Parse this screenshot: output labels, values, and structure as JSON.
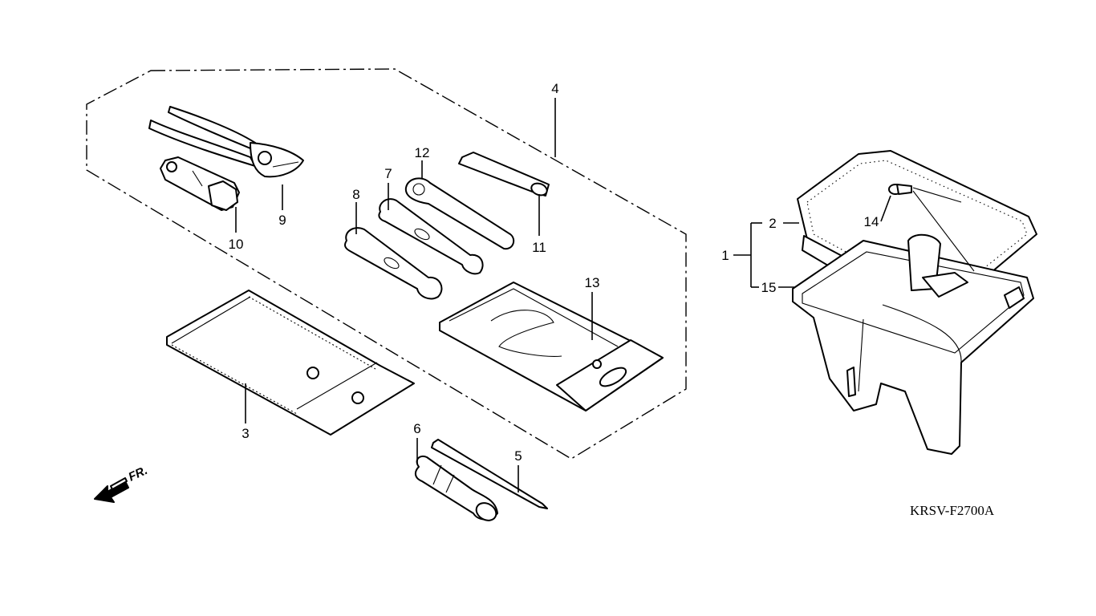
{
  "callouts": {
    "c1": "1",
    "c2": "2",
    "c3": "3",
    "c4": "4",
    "c5": "5",
    "c6": "6",
    "c7": "7",
    "c8": "8",
    "c9": "9",
    "c10": "10",
    "c11": "11",
    "c12": "12",
    "c13": "13",
    "c14": "14",
    "c15": "15"
  },
  "direction_marker": "FR.",
  "diagram_code": "KRSV-F2700A"
}
